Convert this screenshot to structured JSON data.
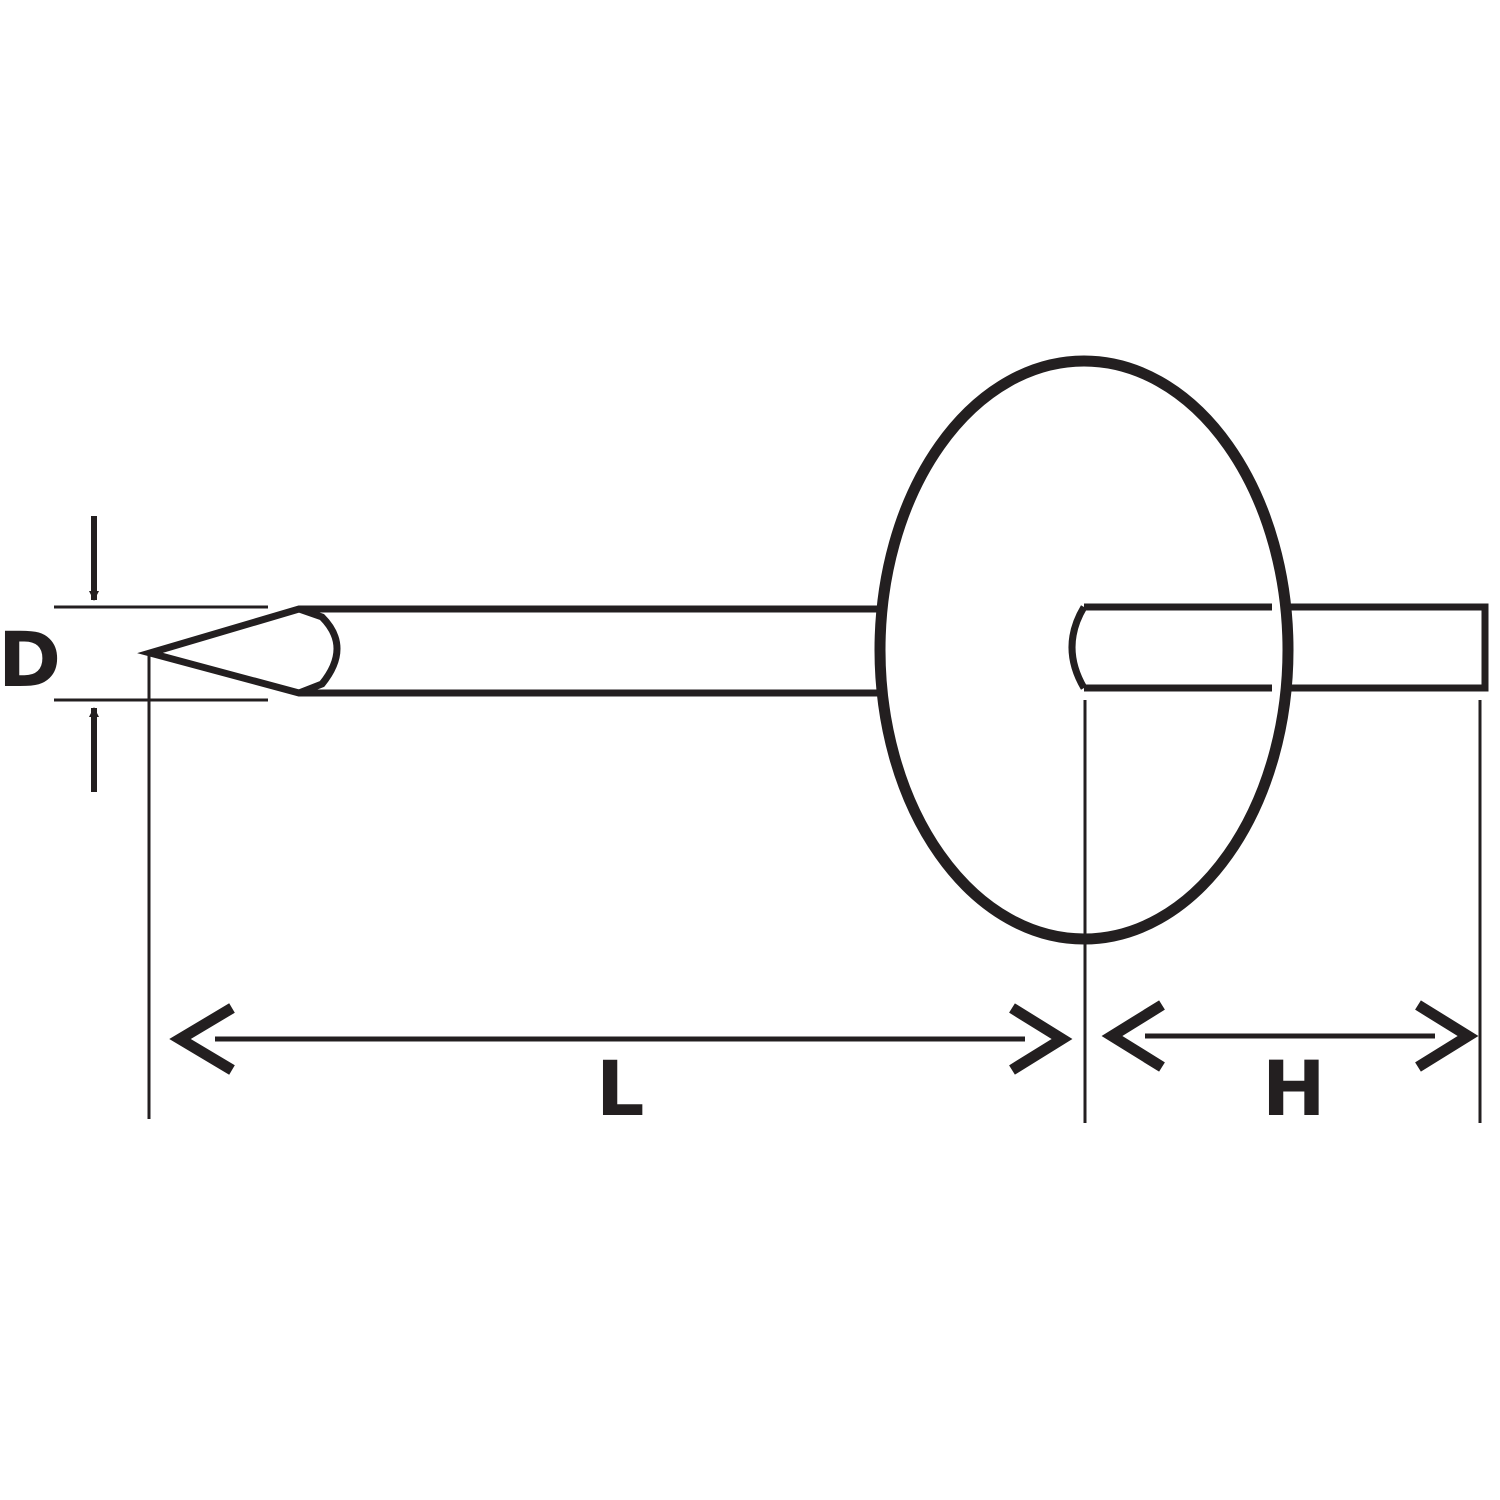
{
  "diagram": {
    "labels": {
      "diameter": "D",
      "length": "L",
      "head": "H"
    },
    "colors": {
      "line": "#231f20",
      "background": "#ffffff"
    }
  }
}
